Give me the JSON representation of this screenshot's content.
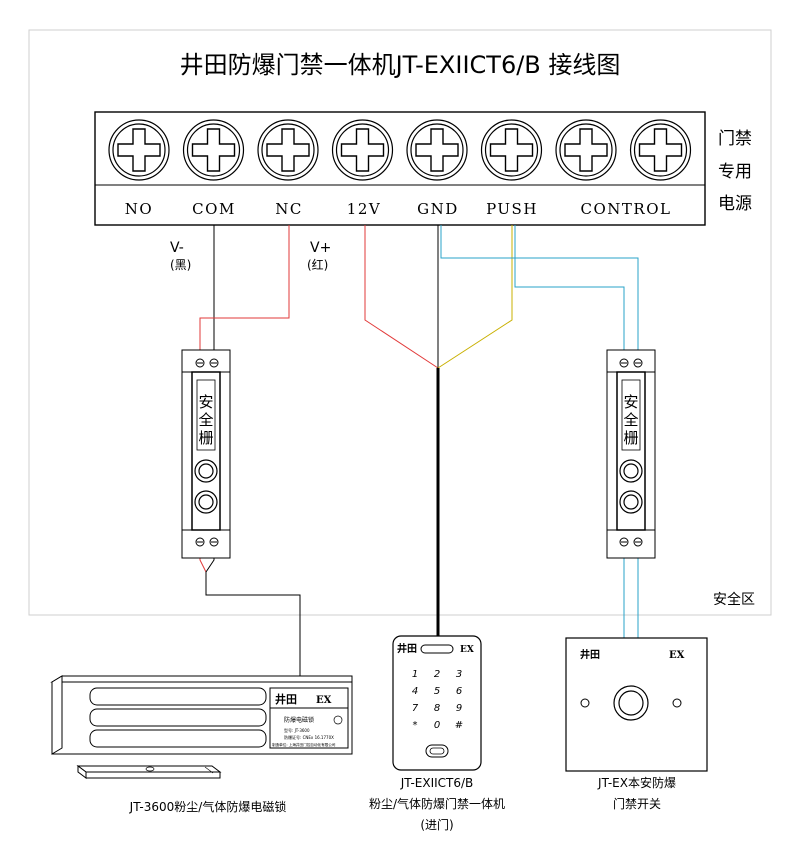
{
  "title": "井田防爆门禁一体机JT-EXIICT6/B 接线图",
  "terminal_labels": [
    "NO",
    "COM",
    "NC",
    "12V",
    "GND",
    "PUSH",
    "CONTROL"
  ],
  "power_label": [
    "门禁",
    "专用",
    "电源"
  ],
  "v_minus": "V-",
  "v_minus_note": "(黑)",
  "v_plus": "V+",
  "v_plus_note": "(红)",
  "barrier_label": [
    "安",
    "全",
    "栅"
  ],
  "safe_zone": "安全区",
  "lock": {
    "brand": "井田",
    "ex": "EX",
    "plate_lines": [
      "防爆电磁锁",
      "型号: JT-3600",
      "防爆证号: CNEx 16.1770X",
      "制造单位: 上海井田门控自动化有限公司"
    ],
    "caption": "JT-3600粉尘/气体防爆电磁锁"
  },
  "keypad": {
    "brand": "井田",
    "ex": "EX",
    "keys": [
      "1",
      "2",
      "3",
      "4",
      "5",
      "6",
      "7",
      "8",
      "9",
      "*",
      "0",
      "#"
    ],
    "caption": [
      "JT-EXIICT6/B",
      "粉尘/气体防爆门禁一体机",
      "(进门)"
    ]
  },
  "switch": {
    "brand": "井田",
    "ex": "EX",
    "caption": [
      "JT-EX本安防爆",
      "门禁开关"
    ]
  },
  "colors": {
    "red": "#e23a3a",
    "black": "#000000",
    "yellow": "#c9b000",
    "cyan": "#2aa3c8",
    "teal": "#2a8f7a",
    "border": "#cccccc"
  }
}
